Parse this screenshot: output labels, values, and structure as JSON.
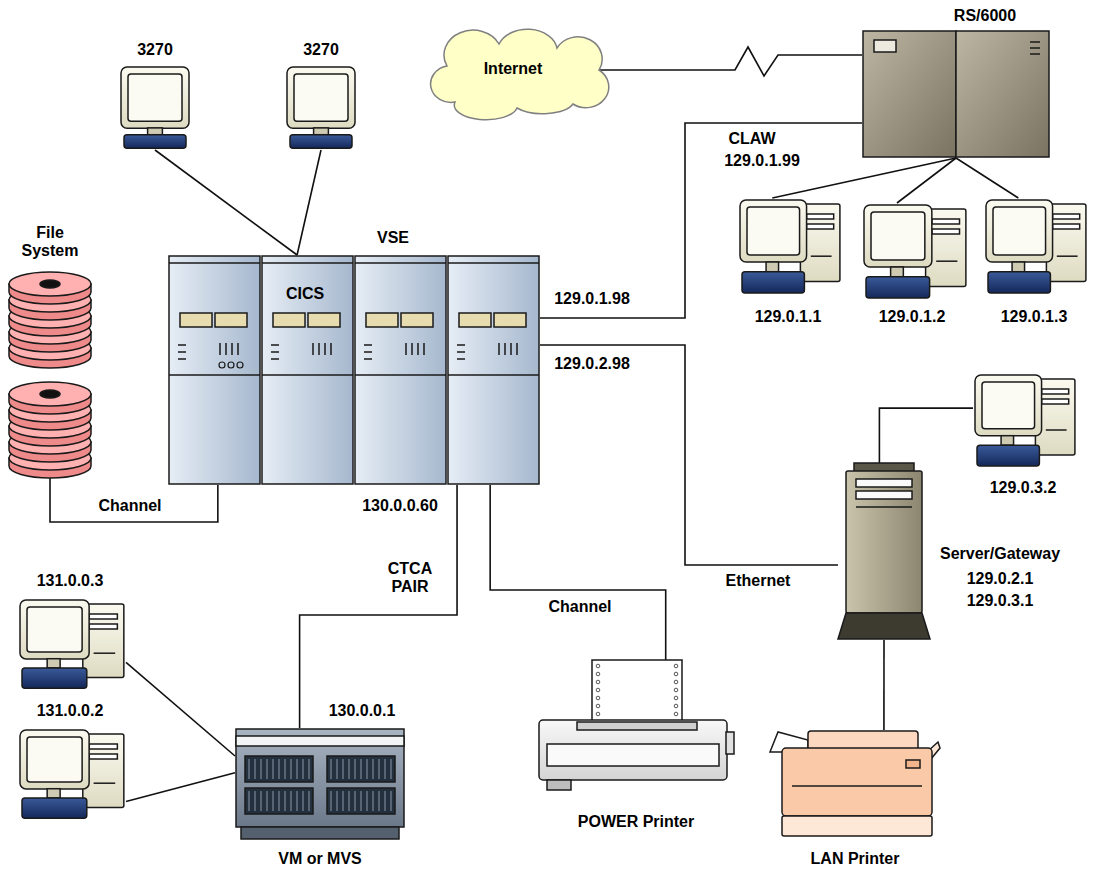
{
  "diagram": {
    "nodes": [
      {
        "text": [
          "3270"
        ]
      },
      {
        "text": [
          "3270"
        ]
      },
      {
        "text": [
          "Internet"
        ]
      },
      {
        "text": [
          "RS/6000"
        ]
      },
      {
        "text": [
          "File System"
        ]
      },
      {
        "text": [
          "VSE",
          "CICS"
        ]
      },
      {
        "text": [
          "129.0.1.1"
        ]
      },
      {
        "text": [
          "129.0.1.2"
        ]
      },
      {
        "text": [
          "129.0.1.3"
        ]
      },
      {
        "text": [
          "129.0.3.2"
        ]
      },
      {
        "text": [
          "Server/Gateway",
          "129.0.2.1",
          "129.0.3.1"
        ]
      },
      {
        "text": [
          "131.0.0.3"
        ]
      },
      {
        "text": [
          "131.0.0.2"
        ]
      },
      {
        "text": [
          "VM or MVS"
        ]
      },
      {
        "text": [
          "POWER Printer"
        ]
      },
      {
        "text": [
          "LAN Printer"
        ]
      }
    ],
    "edges": [
      {
        "from": 0,
        "to": 5,
        "arrow": "none"
      },
      {
        "from": 1,
        "to": 5,
        "arrow": "none"
      },
      {
        "from": 2,
        "to": 3,
        "arrow": "none"
      },
      {
        "from": 5,
        "to": 3,
        "label": "CLAW",
        "arrow": "none"
      },
      {
        "from": 3,
        "to": 6,
        "arrow": "none"
      },
      {
        "from": 3,
        "to": 7,
        "arrow": "none"
      },
      {
        "from": 3,
        "to": 8,
        "arrow": "none"
      },
      {
        "from": 4,
        "to": 5,
        "label": "Channel",
        "arrow": "none"
      },
      {
        "from": 5,
        "to": 10,
        "label": "Ethernet",
        "arrow": "none"
      },
      {
        "from": 10,
        "to": 9,
        "arrow": "none"
      },
      {
        "from": 10,
        "to": 15,
        "arrow": "none"
      },
      {
        "from": 5,
        "to": 14,
        "label": "Channel",
        "arrow": "none"
      },
      {
        "from": 5,
        "to": 13,
        "label": "CTCA PAIR",
        "arrow": "none"
      },
      {
        "from": 11,
        "to": 13,
        "arrow": "none"
      },
      {
        "from": 12,
        "to": 13,
        "arrow": "none"
      }
    ],
    "labels": [
      "129.0.1.99",
      "129.0.1.98",
      "129.0.2.98",
      "130.0.0.60",
      "130.0.0.1"
    ]
  }
}
